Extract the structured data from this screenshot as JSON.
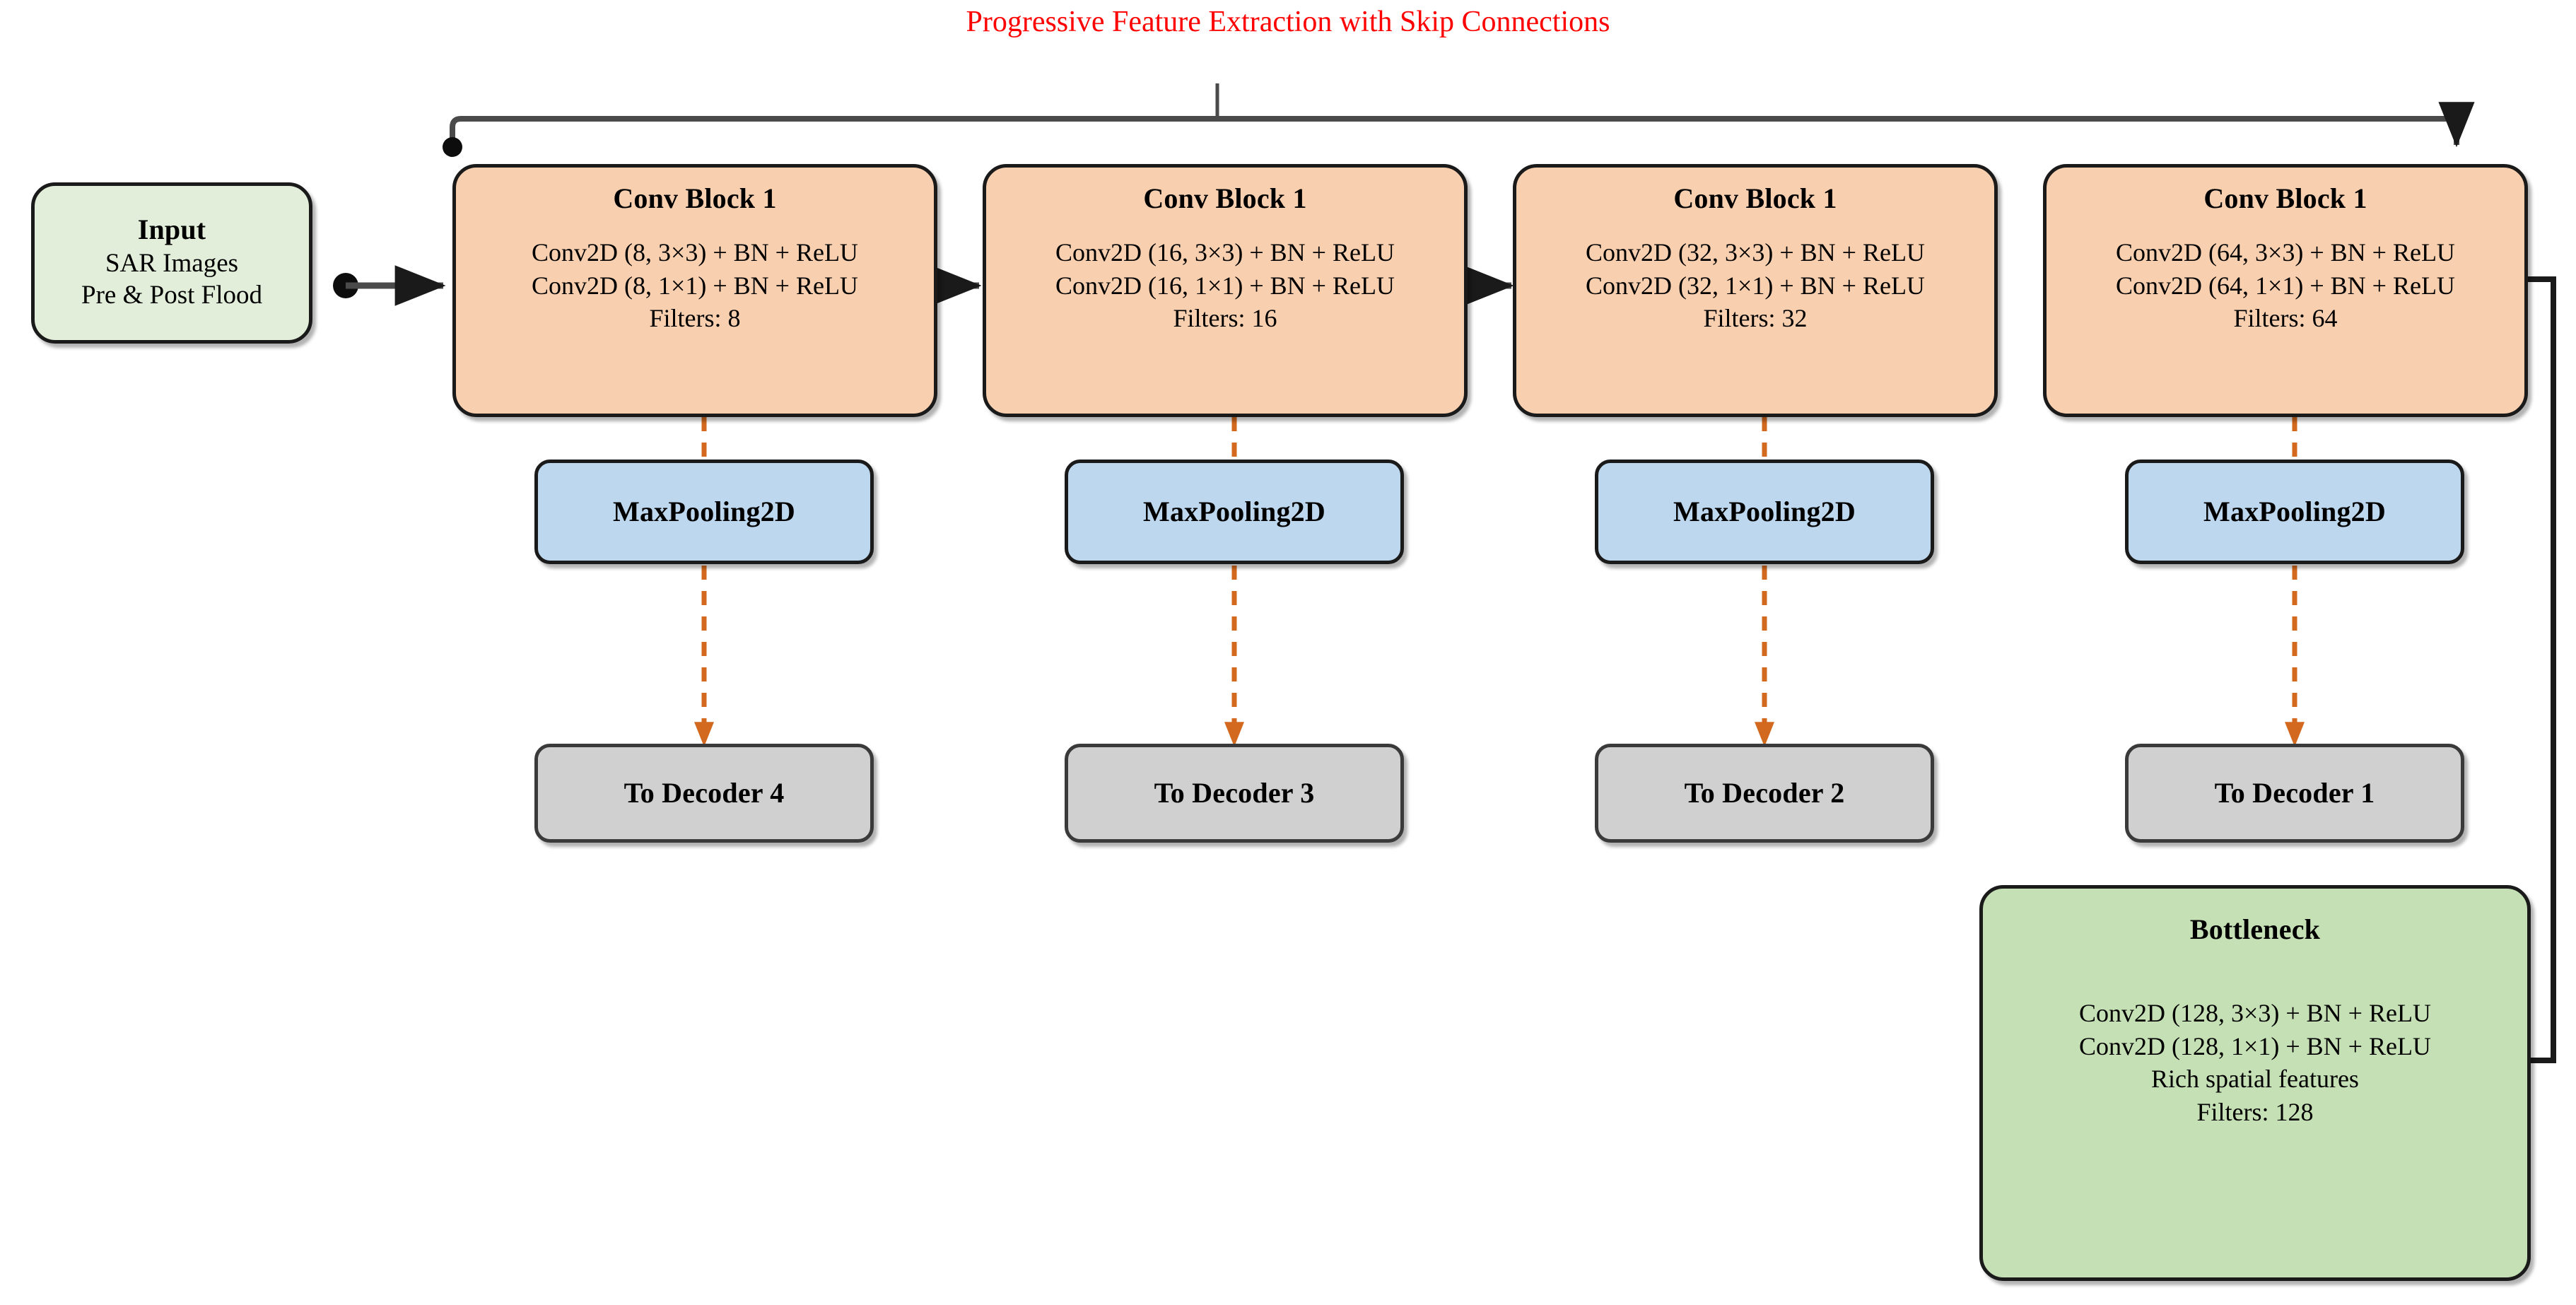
{
  "diagram": {
    "headline": "Progressive Feature Extraction with Skip Connections",
    "headline_color": "#ff0000",
    "background": "#ffffff"
  },
  "input_node": {
    "title": "Input",
    "line1": "SAR Images",
    "line2": "Pre & Post Flood",
    "fill": "#e2eed9"
  },
  "conv_blocks": [
    {
      "title": "Conv Block 1",
      "line1": "Conv2D (8, 3×3) + BN + ReLU",
      "line2": "Conv2D (8, 1×1) + BN + ReLU",
      "line3": "Filters: 8",
      "fill": "#f8cfaf"
    },
    {
      "title": "Conv Block 1",
      "line1": "Conv2D (16, 3×3) + BN + ReLU",
      "line2": "Conv2D (16, 1×1) + BN + ReLU",
      "line3": "Filters: 16",
      "fill": "#f8cfaf"
    },
    {
      "title": "Conv Block 1",
      "line1": "Conv2D (32, 3×3) + BN + ReLU",
      "line2": "Conv2D (32, 1×1) + BN + ReLU",
      "line3": "Filters: 32",
      "fill": "#f8cfaf"
    },
    {
      "title": "Conv Block 1",
      "line1": "Conv2D (64, 3×3) + BN + ReLU",
      "line2": "Conv2D (64, 1×1) + BN + ReLU",
      "line3": "Filters: 64",
      "fill": "#f8cfaf"
    }
  ],
  "pool_nodes": [
    {
      "title": "MaxPooling2D",
      "fill": "#bdd7ee"
    },
    {
      "title": "MaxPooling2D",
      "fill": "#bdd7ee"
    },
    {
      "title": "MaxPooling2D",
      "fill": "#bdd7ee"
    },
    {
      "title": "MaxPooling2D",
      "fill": "#bdd7ee"
    }
  ],
  "decoder_nodes": [
    {
      "title": "To Decoder 4",
      "fill": "#d0d0d0"
    },
    {
      "title": "To Decoder 3",
      "fill": "#d0d0d0"
    },
    {
      "title": "To Decoder 2",
      "fill": "#d0d0d0"
    },
    {
      "title": "To Decoder 1",
      "fill": "#d0d0d0"
    }
  ],
  "bottleneck_node": {
    "title": "Bottleneck",
    "line1": "Conv2D (128, 3×3) + BN + ReLU",
    "line2": "Conv2D (128, 1×1) + BN + ReLU",
    "line3": "Rich spatial features",
    "line4": "Filters: 128",
    "fill": "#c5e0b4"
  },
  "edges": {
    "solid_color": "#1a1a1a",
    "dashed_color": "#d2691e"
  }
}
